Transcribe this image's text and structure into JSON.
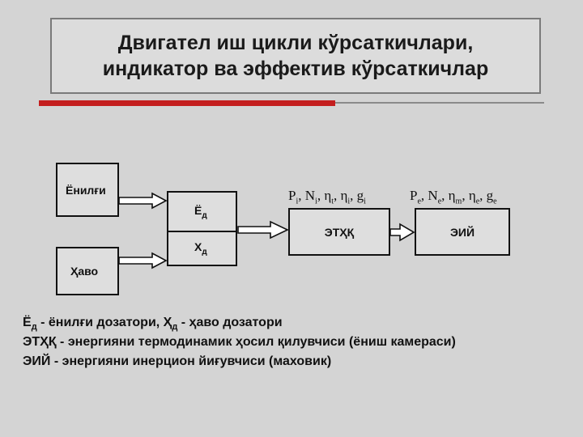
{
  "title": {
    "line1": "Двигател иш цикли кўрсаткичлари,",
    "line2": "индикатор ва эффектив кўрсаткичлар"
  },
  "diagram": {
    "fuel_box": "Ёнилғи",
    "air_box": "Ҳаво",
    "fuel_doser_main": "Ё",
    "fuel_doser_sub": "д",
    "air_doser_main": "Х",
    "air_doser_sub": "д",
    "etq_box": "ЭТҲҚ",
    "eiy_box": "ЭИЙ",
    "indicator_params": [
      {
        "sym": "P",
        "sub": "i"
      },
      {
        "sym": "N",
        "sub": "i"
      },
      {
        "sym": "η",
        "sub": "t"
      },
      {
        "sym": "η",
        "sub": "i"
      },
      {
        "sym": "g",
        "sub": "i"
      }
    ],
    "effective_params": [
      {
        "sym": "P",
        "sub": "e"
      },
      {
        "sym": "N",
        "sub": "e"
      },
      {
        "sym": "η",
        "sub": "m"
      },
      {
        "sym": "η",
        "sub": "e"
      },
      {
        "sym": "g",
        "sub": "e"
      }
    ]
  },
  "legend": {
    "line1_a": "Ё",
    "line1_a_sub": "д",
    "line1_b": " - ёнилғи дозатори, Ҳ",
    "line1_b_sub": "д",
    "line1_c": " - ҳаво дозатори",
    "line2": "ЭТҲҚ - энергияни термодинамик ҳосил қилувчиси (ёниш камераси)",
    "line3": "ЭИЙ - энергияни инерцион йиғувчиси (маховик)"
  }
}
